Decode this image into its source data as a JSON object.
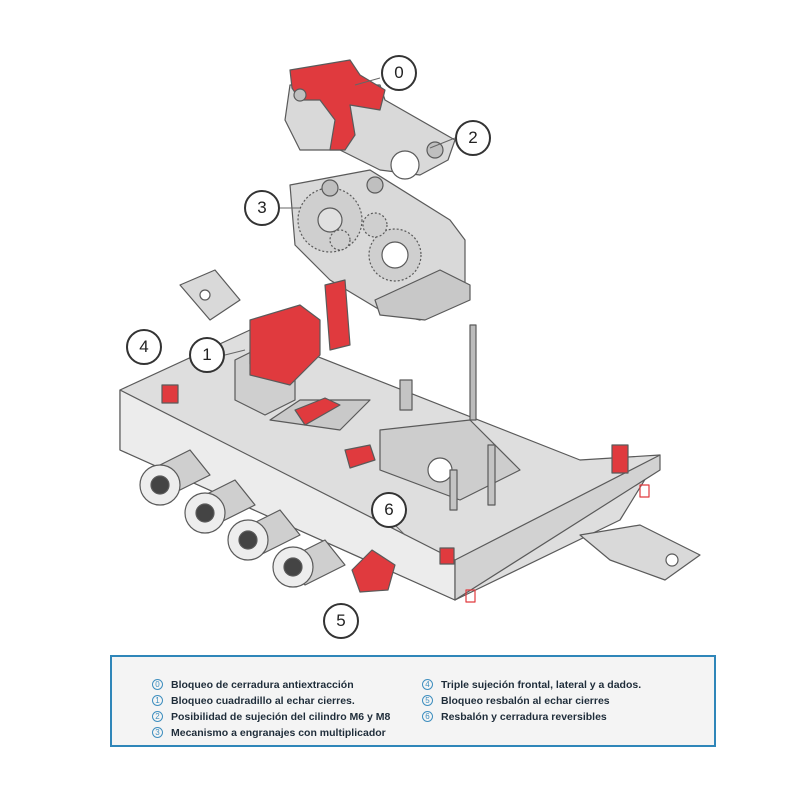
{
  "callouts": [
    {
      "id": "0",
      "label": "0"
    },
    {
      "id": "1",
      "label": "1"
    },
    {
      "id": "2",
      "label": "2"
    },
    {
      "id": "3",
      "label": "3"
    },
    {
      "id": "4",
      "label": "4"
    },
    {
      "id": "5",
      "label": "5"
    },
    {
      "id": "6",
      "label": "6"
    }
  ],
  "legend": {
    "items": [
      {
        "num": "0",
        "text": "Bloqueo de cerradura antiextracción"
      },
      {
        "num": "1",
        "text": "Bloqueo cuadradillo al echar cierres."
      },
      {
        "num": "2",
        "text": "Posibilidad de sujeción del cilindro M6 y M8"
      },
      {
        "num": "3",
        "text": "Mecanismo a engranajes con multiplicador"
      },
      {
        "num": "4",
        "text": "Triple sujeción frontal, lateral y a dados."
      },
      {
        "num": "5",
        "text": "Bloqueo resbalón al echar cierres"
      },
      {
        "num": "6",
        "text": "Resbalón y cerradura reversibles"
      }
    ]
  },
  "colors": {
    "accent_red": "#e03a3e",
    "metal": "#d9d9d9",
    "outline": "#5a5a5a",
    "legend_border": "#2f86b9"
  }
}
